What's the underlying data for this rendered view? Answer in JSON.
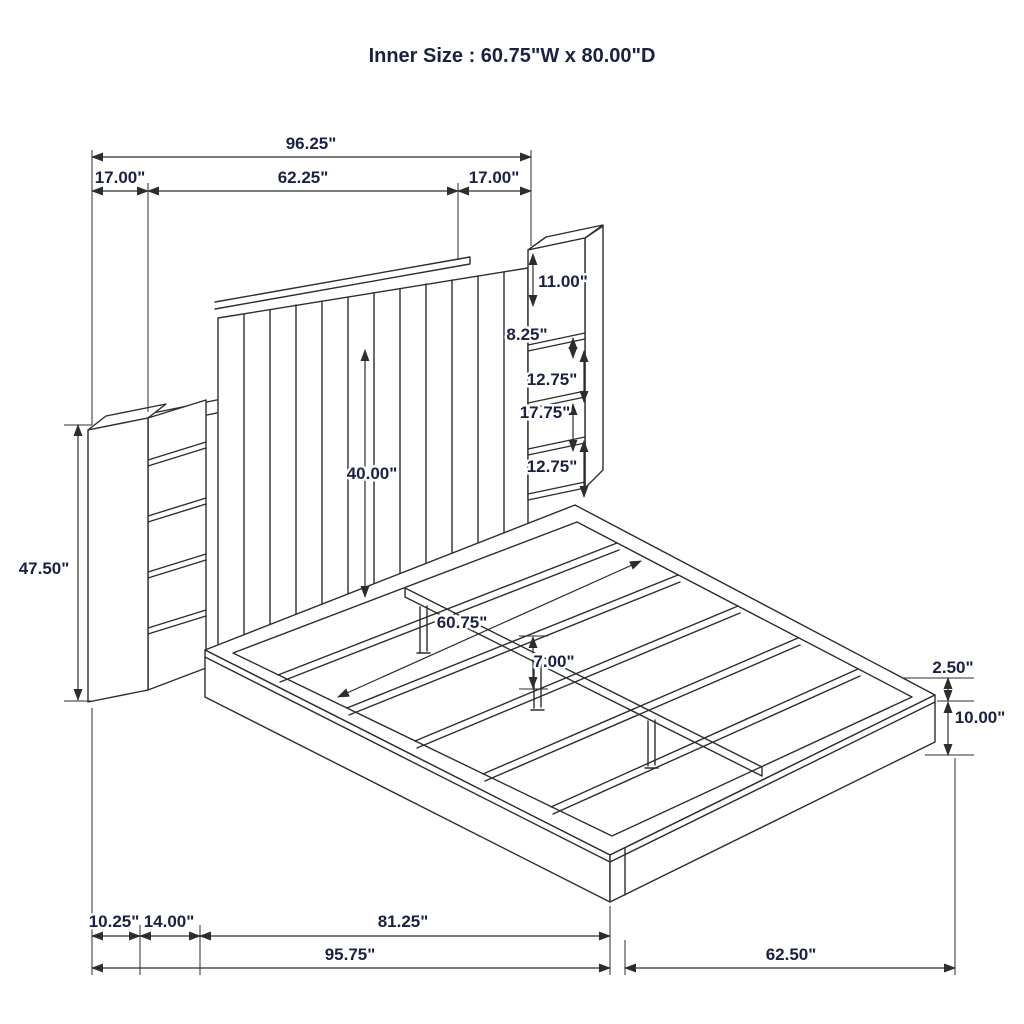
{
  "colors": {
    "ink": "#1b2140",
    "line": "#2d2d2d",
    "background": "#ffffff"
  },
  "title": "Inner Size : 60.75\"W x 80.00\"D",
  "dims": {
    "overall_width": "96.25\"",
    "left_pier_width": "17.00\"",
    "headboard_width": "62.25\"",
    "right_pier_width": "17.00\"",
    "top_shelf_opening": "11.00\"",
    "shelf_depth": "8.25\"",
    "upper_shelf_opening": "12.75\"",
    "shelf_section": "17.75\"",
    "lower_shelf_opening": "12.75\"",
    "headboard_panel_height": "40.00\"",
    "pier_height": "47.50\"",
    "inner_width": "60.75\"",
    "support_leg_height": "7.00\"",
    "rail_lip": "2.50\"",
    "rail_height": "10.00\"",
    "pier_depth": "10.25\"",
    "pier_to_frame": "14.00\"",
    "frame_length": "81.25\"",
    "overall_depth": "95.75\"",
    "frame_width": "62.50\""
  }
}
